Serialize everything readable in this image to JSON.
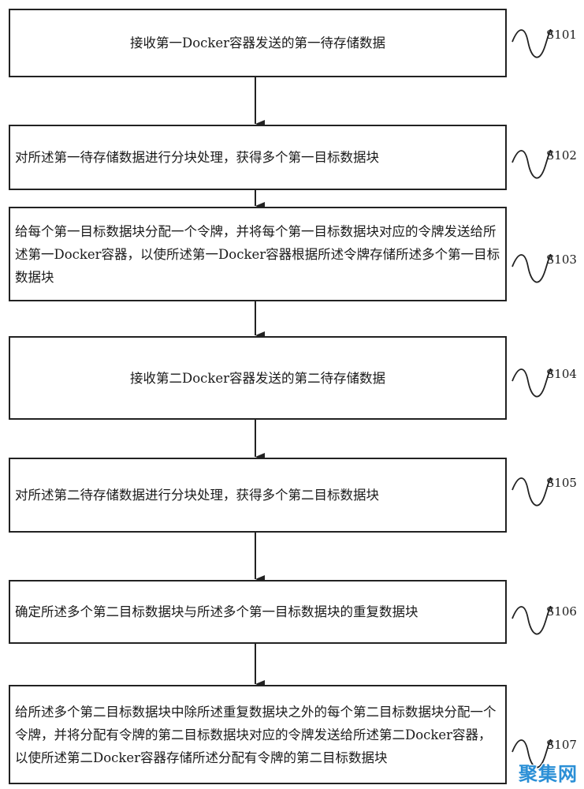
{
  "steps": [
    {
      "id": "S101",
      "label": "S101",
      "text": "接收第一Docker容器发送的第一待存储数据"
    },
    {
      "id": "S102",
      "label": "S102",
      "text": "对所述第一待存储数据进行分块处理，获得多个第一目标数据块"
    },
    {
      "id": "S103",
      "label": "S103",
      "text": "给每个第一目标数据块分配一个令牌，并将每个第一目标数据块对应的令牌发送给所述第一Docker容器，以使所述第一Docker容器根据所述令牌存储所述多个第一目标数据块"
    },
    {
      "id": "S104",
      "label": "S104",
      "text": "接收第二Docker容器发送的第二待存储数据"
    },
    {
      "id": "S105",
      "label": "S105",
      "text": "对所述第二待存储数据进行分块处理，获得多个第二目标数据块"
    },
    {
      "id": "S106",
      "label": "S106",
      "text": "确定所述多个第二目标数据块与所述多个第一目标数据块的重复数据块"
    },
    {
      "id": "S107",
      "label": "S107",
      "text": "给所述多个第二目标数据块中除所述重复数据块之外的每个第二目标数据块分配一个令牌，并将分配有令牌的第二目标数据块对应的令牌发送给所述第二Docker容器，以使所述第二Docker容器存储所述分配有令牌的第二目标数据块"
    }
  ],
  "watermark": "聚集网",
  "colors": {
    "line": "#222222",
    "watermark": "#2a8fd6"
  }
}
